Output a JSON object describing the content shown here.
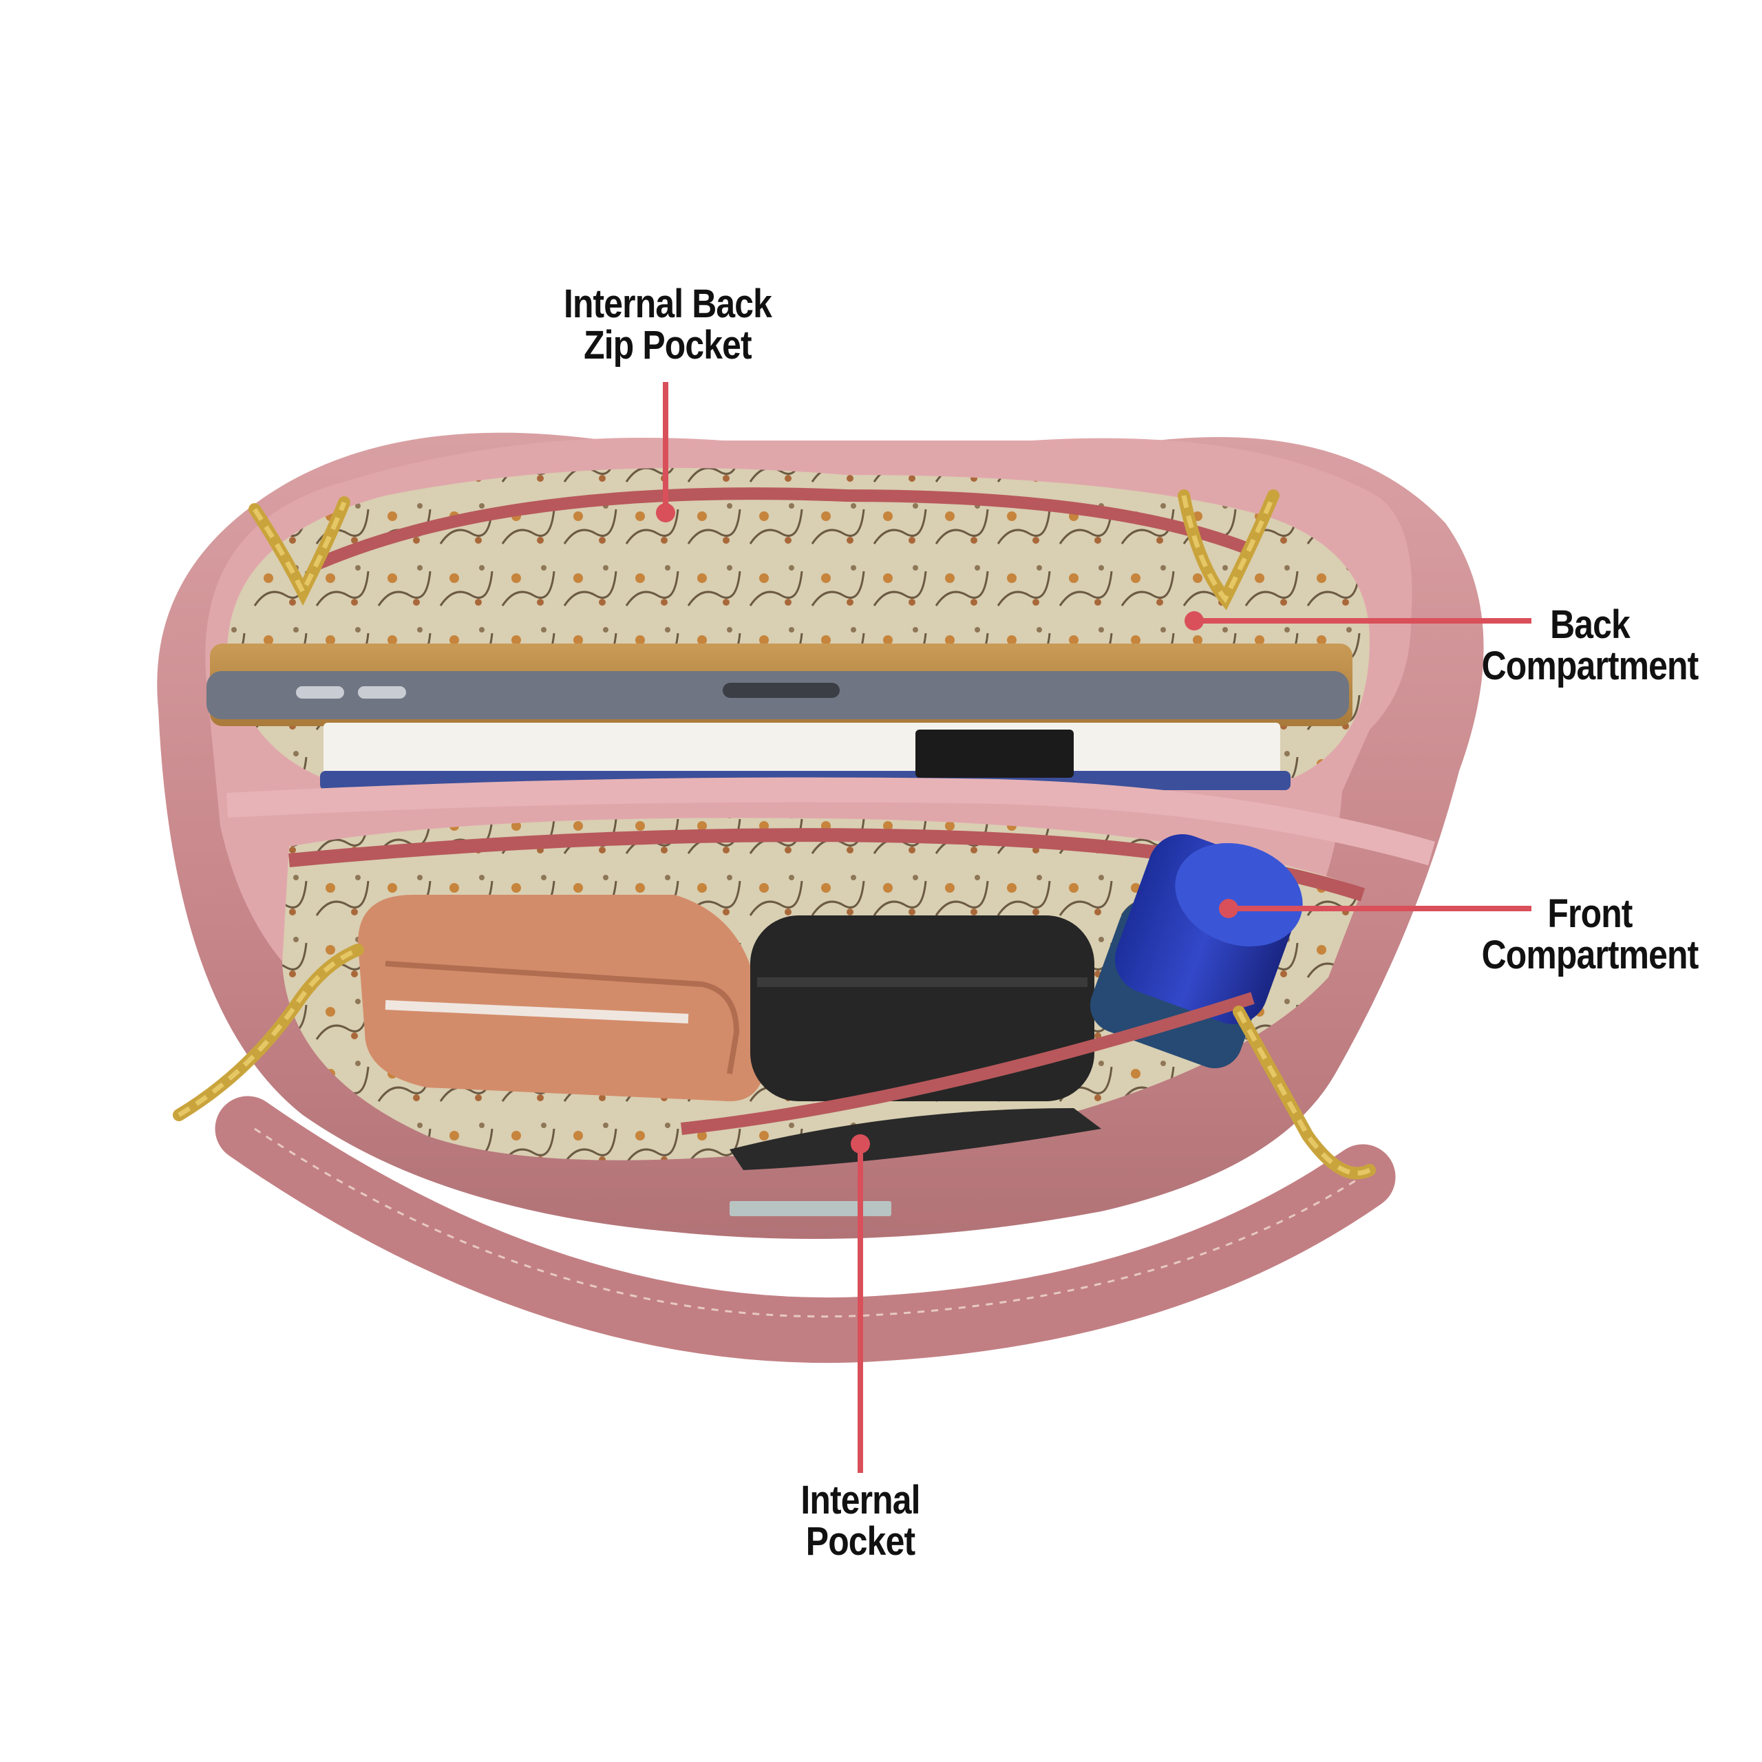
{
  "callouts": {
    "internal_back_zip_pocket": {
      "line1": "Internal Back",
      "line2": "Zip Pocket"
    },
    "back_compartment": {
      "line1": "Back",
      "line2": "Compartment"
    },
    "front_compartment": {
      "line1": "Front",
      "line2": "Compartment"
    },
    "internal_pocket": {
      "line1": "Internal",
      "line2": "Pocket"
    }
  },
  "colors": {
    "leader_line": "#d9505a",
    "bag_body": "#c98a8d",
    "bag_rim": "#e3a9ad",
    "zipper": "#b8585c",
    "lining": "#d8cdb0",
    "chain": "#c9a43c",
    "label_text": "#111111"
  }
}
